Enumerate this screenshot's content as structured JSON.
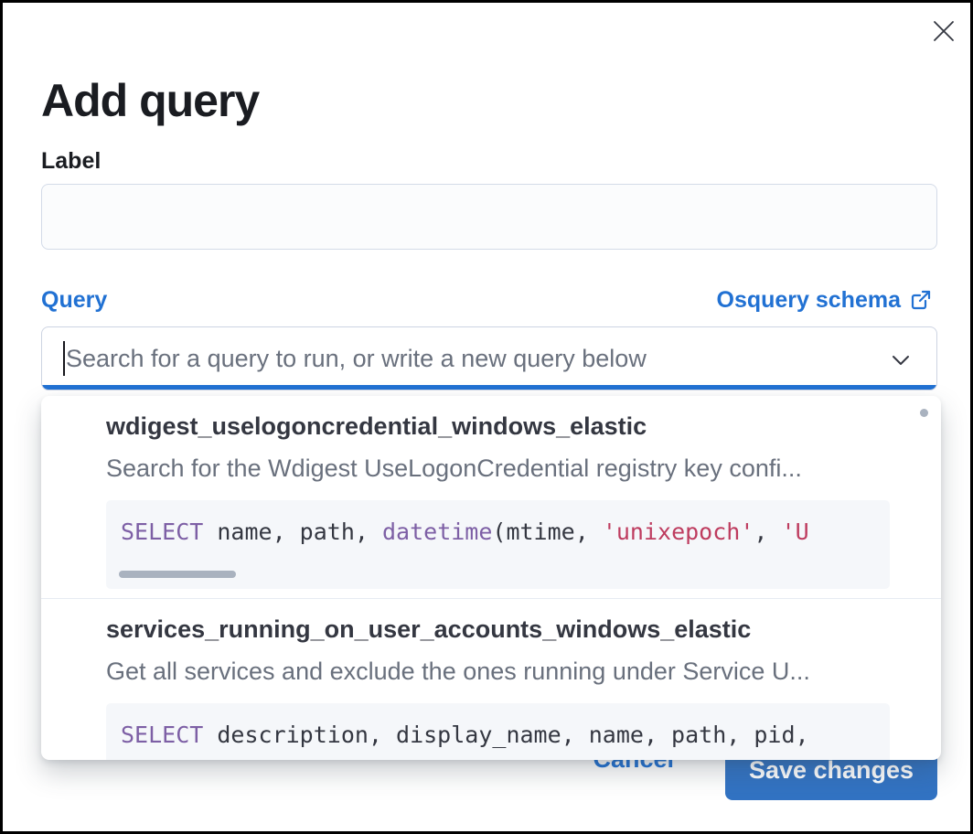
{
  "colors": {
    "heading": "#1a1c21",
    "item_title": "#343741",
    "muted": "#69707d",
    "link": "#2171d3",
    "button_fill": "#3273c3",
    "keyword": "#7d5fa5",
    "string": "#be3c5f",
    "code_text": "#343741",
    "code_bg": "#f5f7fa",
    "input_border": "#d3dbe8",
    "divider": "#e6ebf2",
    "scrollbar": "#a9b2bf"
  },
  "modal": {
    "title": "Add query"
  },
  "icons": {
    "close": "✕",
    "chevron_down": "⌄",
    "external_link": "↗"
  },
  "label_field": {
    "label": "Label",
    "value": ""
  },
  "query_field": {
    "label": "Query",
    "schema_link_label": "Osquery schema",
    "placeholder": "Search for a query to run, or write a new query below"
  },
  "suggestions": [
    {
      "id": "wdigest_uselogoncredential_windows_elastic",
      "description": "Search for the Wdigest UseLogonCredential registry key confi...",
      "code_tokens": [
        {
          "t": "kw",
          "v": "SELECT"
        },
        {
          "t": "code",
          "v": " name, path, "
        },
        {
          "t": "kw",
          "v": "datetime"
        },
        {
          "t": "code",
          "v": "(mtime, "
        },
        {
          "t": "str",
          "v": "'unixepoch'"
        },
        {
          "t": "code",
          "v": ", "
        },
        {
          "t": "str",
          "v": "'U"
        }
      ]
    },
    {
      "id": "services_running_on_user_accounts_windows_elastic",
      "description": "Get all services and exclude the ones running under Service U...",
      "code_tokens": [
        {
          "t": "kw",
          "v": "SELECT"
        },
        {
          "t": "code",
          "v": " description, display_name, name, path, pid,"
        }
      ]
    }
  ],
  "footer": {
    "cancel_label": "Cancel",
    "save_label": "Save changes"
  }
}
